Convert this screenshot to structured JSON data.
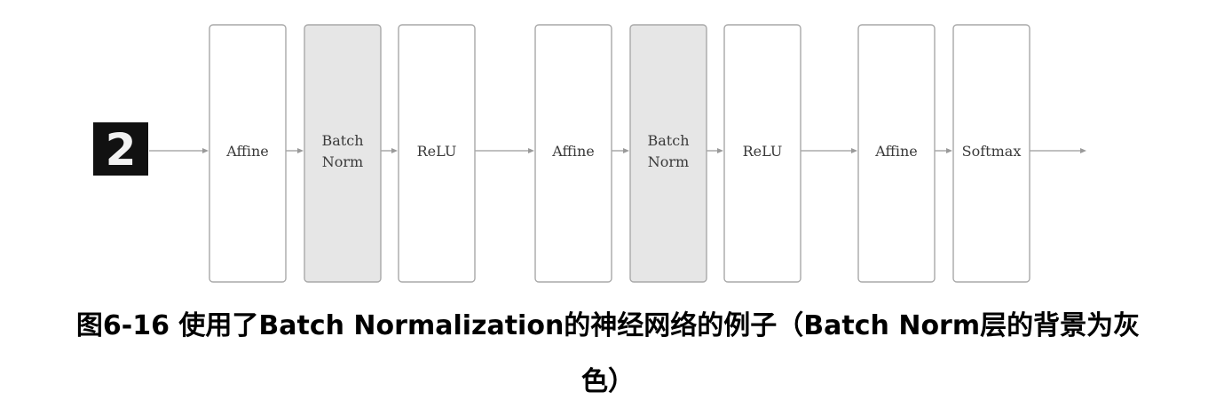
{
  "diagram": {
    "input": {
      "digit": "2"
    },
    "layers": [
      {
        "lines": [
          "Affine"
        ],
        "highlighted": false
      },
      {
        "lines": [
          "Batch",
          "Norm"
        ],
        "highlighted": true
      },
      {
        "lines": [
          "ReLU"
        ],
        "highlighted": false
      },
      {
        "lines": [
          "Affine"
        ],
        "highlighted": false
      },
      {
        "lines": [
          "Batch",
          "Norm"
        ],
        "highlighted": true
      },
      {
        "lines": [
          "ReLU"
        ],
        "highlighted": false
      },
      {
        "lines": [
          "Affine"
        ],
        "highlighted": false
      },
      {
        "lines": [
          "Softmax"
        ],
        "highlighted": false
      }
    ]
  },
  "caption": {
    "line1": "图6-16 使用了Batch Normalization的神经网络的例子（Batch Norm层的背景为灰",
    "line2": "色）"
  },
  "colors": {
    "box_stroke": "#a9a9a9",
    "box_fill": "#ffffff",
    "highlight_fill": "#e6e6e6",
    "arrow": "#9a9a9a",
    "input_bg": "#111111"
  }
}
